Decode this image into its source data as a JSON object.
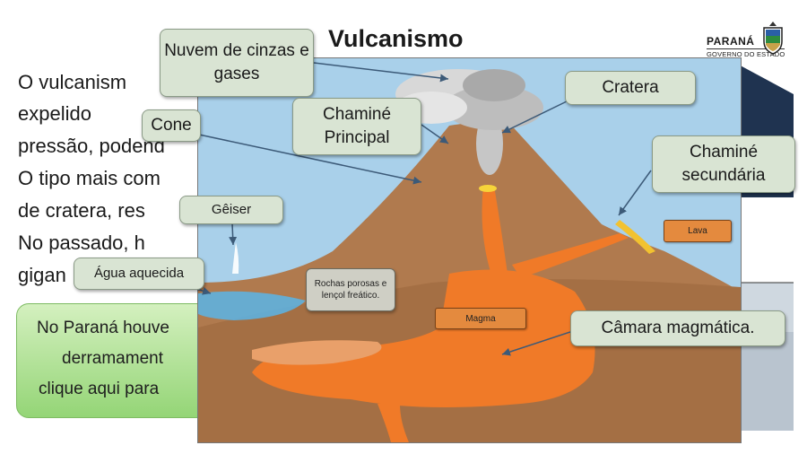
{
  "title": "Vulcanismo",
  "logo": {
    "brand": "PARANÁ",
    "sub": "GOVERNO DO ESTADO"
  },
  "paragraph_lines": [
    "O vulcanism",
    "expelido",
    "pressão, podend",
    "O tipo mais com",
    "de cratera, res",
    "No passado, h",
    "gigan"
  ],
  "green_box": {
    "lines": [
      "No Paraná houve",
      "derramament",
      "clique aqui para"
    ]
  },
  "callouts": {
    "nuvem": "Nuvem de cinzas e gases",
    "cratera": "Cratera",
    "cone": "Cone",
    "chamine_principal": "Chaminé Principal",
    "chamine_secundaria": "Chaminé secundária",
    "geiser": "Gêiser",
    "agua": "Água aquecida",
    "rochas": "Rochas porosas e lençol freático.",
    "lava": "Lava",
    "magma": "Magma",
    "camara": "Câmara magmática."
  },
  "colors": {
    "sky": "#a9d0ea",
    "earth": "#b07a4e",
    "magma": "#f07a28",
    "callout_bg": "#d9e4d3",
    "green_box": "#a9dd8b"
  }
}
